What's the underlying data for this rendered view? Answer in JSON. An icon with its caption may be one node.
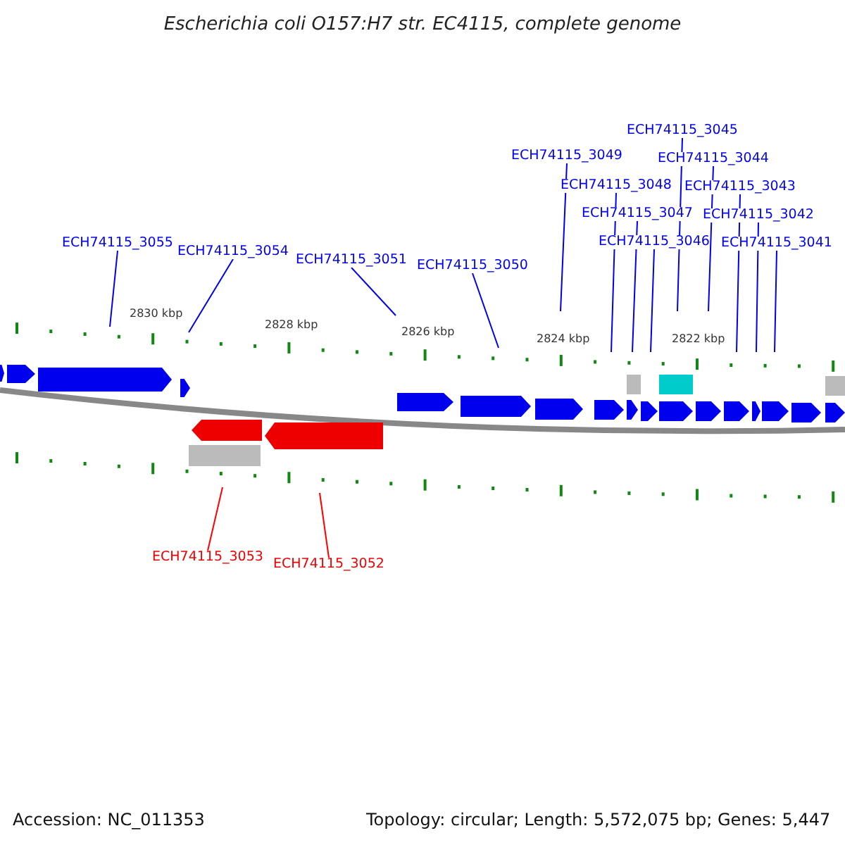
{
  "diagram": {
    "title": "Escherichia coli O157:H7 str. EC4115, complete genome",
    "nodes": [
      {
        "text": [
          "ECH74115_3055"
        ]
      },
      {
        "text": [
          "ECH74115_3054"
        ]
      },
      {
        "text": [
          "ECH74115_3051"
        ]
      },
      {
        "text": [
          "ECH74115_3050"
        ]
      },
      {
        "text": [
          "ECH74115_3049"
        ]
      },
      {
        "text": [
          "ECH74115_3048"
        ]
      },
      {
        "text": [
          "ECH74115_3047"
        ]
      },
      {
        "text": [
          "ECH74115_3046"
        ]
      },
      {
        "text": [
          "ECH74115_3045"
        ]
      },
      {
        "text": [
          "ECH74115_3044"
        ]
      },
      {
        "text": [
          "ECH74115_3043"
        ]
      },
      {
        "text": [
          "ECH74115_3042"
        ]
      },
      {
        "text": [
          "ECH74115_3041"
        ]
      },
      {
        "text": [
          "ECH74115_3053"
        ]
      },
      {
        "text": [
          "ECH74115_3052"
        ]
      }
    ],
    "edges": [
      {
        "from": 0,
        "to": null,
        "arrow": "none"
      },
      {
        "from": 1,
        "to": null,
        "arrow": "none"
      },
      {
        "from": 2,
        "to": null,
        "arrow": "none"
      },
      {
        "from": 3,
        "to": null,
        "arrow": "none"
      },
      {
        "from": 4,
        "to": null,
        "arrow": "none"
      },
      {
        "from": 5,
        "to": null,
        "arrow": "none"
      },
      {
        "from": 6,
        "to": null,
        "arrow": "none"
      },
      {
        "from": 7,
        "to": null,
        "arrow": "none"
      },
      {
        "from": 8,
        "to": null,
        "arrow": "none"
      },
      {
        "from": 9,
        "to": null,
        "arrow": "none"
      },
      {
        "from": 10,
        "to": null,
        "arrow": "none"
      },
      {
        "from": 11,
        "to": null,
        "arrow": "none"
      },
      {
        "from": 12,
        "to": null,
        "arrow": "none"
      },
      {
        "from": 13,
        "to": null,
        "arrow": "none",
        "color": "#ff0000"
      },
      {
        "from": 14,
        "to": null,
        "arrow": "none",
        "color": "#ff0000"
      }
    ],
    "labels": [
      "2830 kbp",
      "2828 kbp",
      "2826 kbp",
      "2824 kbp",
      "2822 kbp",
      "Accession: NC_011353",
      "Topology: circular; Length: 5,572,075 bp; Genes: 5,447"
    ]
  }
}
